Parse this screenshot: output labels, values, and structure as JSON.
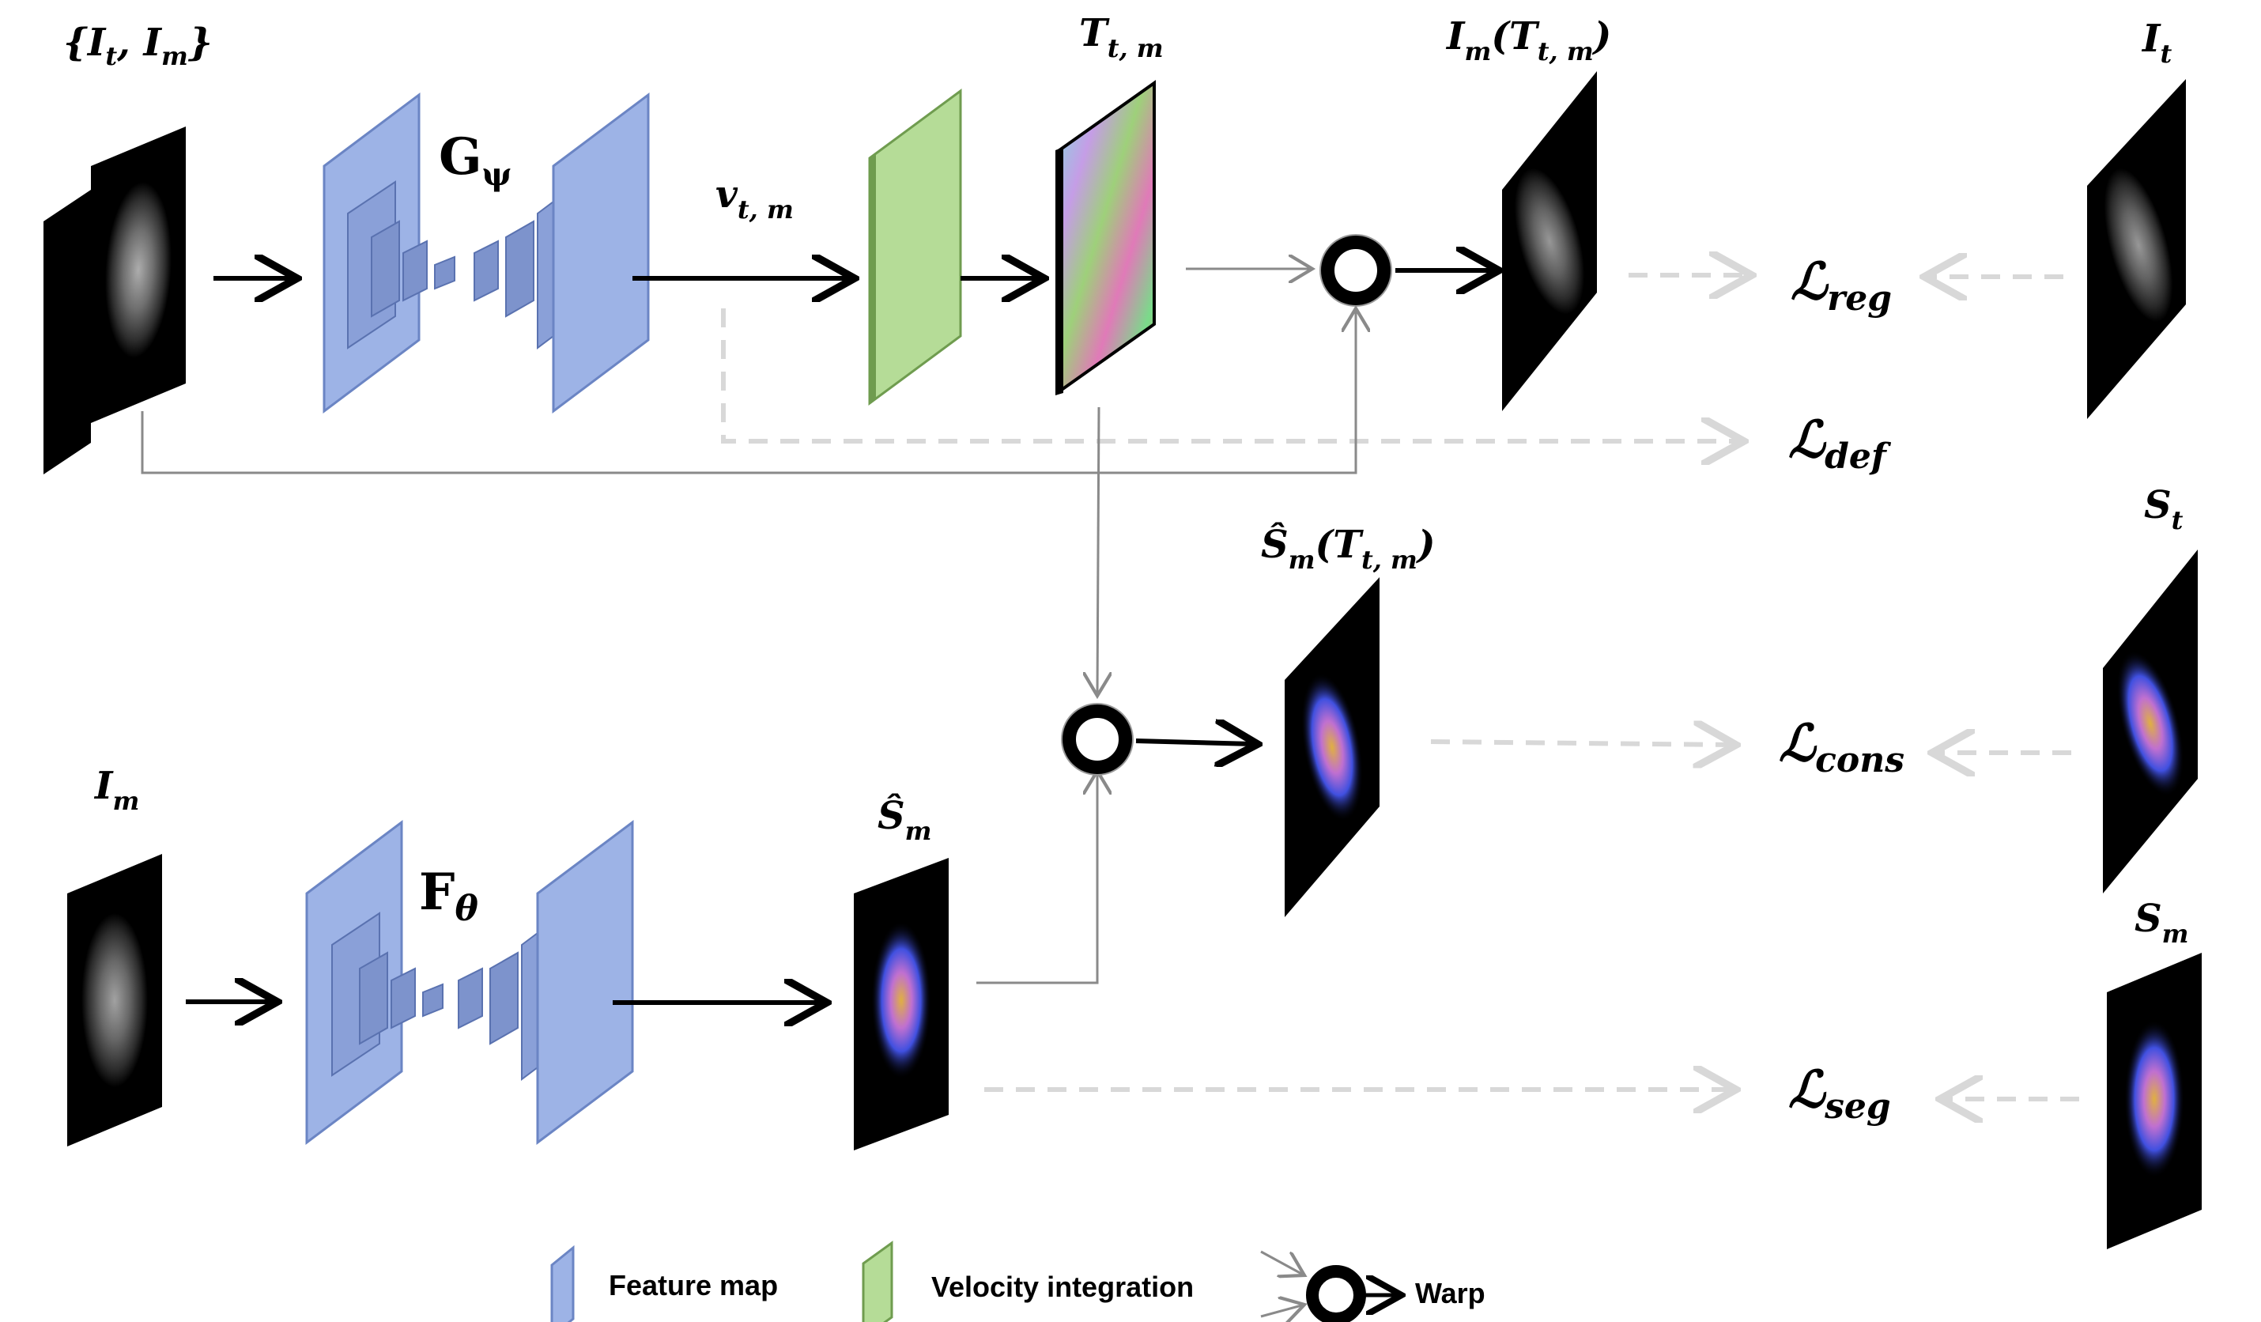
{
  "labels": {
    "input_pair": "{I",
    "input_pair_sub_t": "t",
    "input_pair_mid": ", I",
    "input_pair_sub_m": "m",
    "input_pair_close": "}",
    "G_symbol": "G",
    "G_sub": "ψ",
    "F_symbol": "F",
    "F_sub": "θ",
    "velocity": "v",
    "velocity_sub": "t, m",
    "transform": "T",
    "transform_sub": "t, m",
    "warped_image": "I",
    "warped_image_sub": "m",
    "warped_image_arg": "(T",
    "warped_image_arg_sub": "t, m",
    "warped_image_close": ")",
    "target_image": "I",
    "target_image_sub": "t",
    "moving_image": "I",
    "moving_image_sub": "m",
    "seg_pred": "Ŝ",
    "seg_pred_sub": "m",
    "warped_seg": "Ŝ",
    "warped_seg_sub": "m",
    "warped_seg_arg": "(T",
    "warped_seg_arg_sub": "t, m",
    "warped_seg_close": ")",
    "target_seg": "S",
    "target_seg_sub": "t",
    "moving_seg": "S",
    "moving_seg_sub": "m"
  },
  "losses": {
    "symbol": "ℒ",
    "reg": "reg",
    "def": "def",
    "cons": "cons",
    "seg": "seg"
  },
  "legend": {
    "feature_map": "Feature map",
    "velocity_integration": "Velocity integration",
    "warp": "Warp"
  },
  "colors": {
    "feature_map": "#9db3e6",
    "feature_map_edge": "#6b85c4",
    "velocity": "#b5dc97",
    "velocity_edge": "#6f9c4f",
    "dashed": "#d8d8d8",
    "thin_line": "#8a8a8a",
    "arrow": "#000000"
  }
}
